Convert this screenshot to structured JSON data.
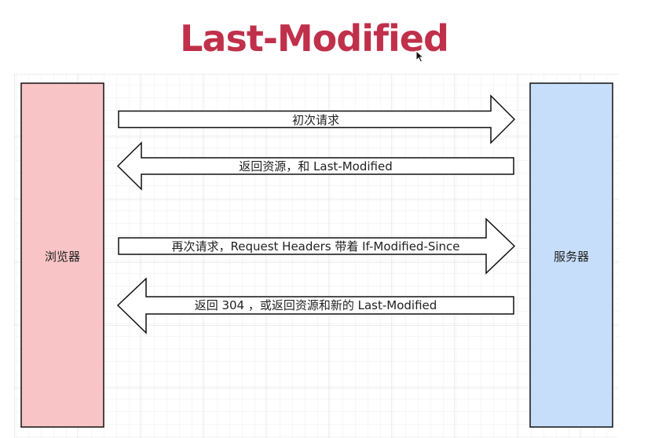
{
  "title": "Last-Modified",
  "nodes": {
    "browser": "浏览器",
    "server": "服务器"
  },
  "arrows": [
    {
      "label": "初次请求",
      "direction": "right"
    },
    {
      "label": "返回资源，和 Last-Modified",
      "direction": "left"
    },
    {
      "label": "再次请求，Request Headers 带着 If-Modified-Since",
      "direction": "right"
    },
    {
      "label": "返回 304 ，或返回资源和新的 Last-Modified",
      "direction": "left"
    }
  ],
  "colors": {
    "title": "#c0304a",
    "browser_fill": "#f9c4c6",
    "server_fill": "#c6def9",
    "grid": "#e6e6e6",
    "stroke": "#111111"
  }
}
